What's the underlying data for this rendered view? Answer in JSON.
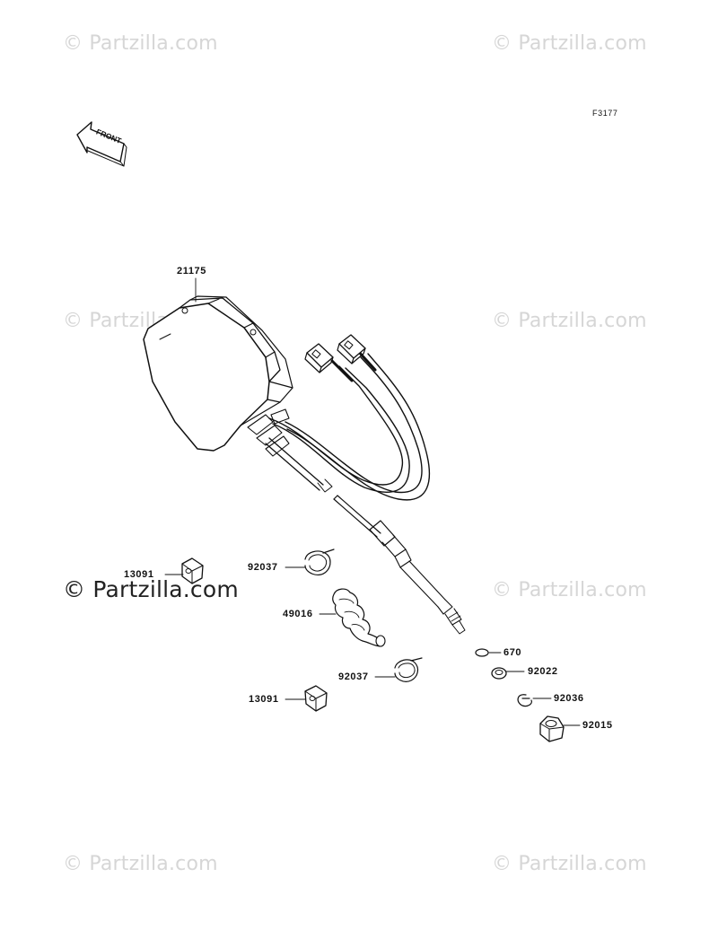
{
  "figure_id": "F3177",
  "front_arrow_label": "FRONT",
  "watermark": {
    "text": "© Partzilla.com"
  },
  "parts": [
    {
      "id": "cable-assembly",
      "number": "21175"
    },
    {
      "id": "cap-upper",
      "number": "13091"
    },
    {
      "id": "clamp-upper",
      "number": "92037"
    },
    {
      "id": "boot",
      "number": "49016"
    },
    {
      "id": "clamp-lower",
      "number": "92037"
    },
    {
      "id": "cap-lower",
      "number": "13091"
    },
    {
      "id": "o-ring",
      "number": "670"
    },
    {
      "id": "washer",
      "number": "92022"
    },
    {
      "id": "circlip",
      "number": "92036"
    },
    {
      "id": "nut",
      "number": "92015"
    }
  ]
}
